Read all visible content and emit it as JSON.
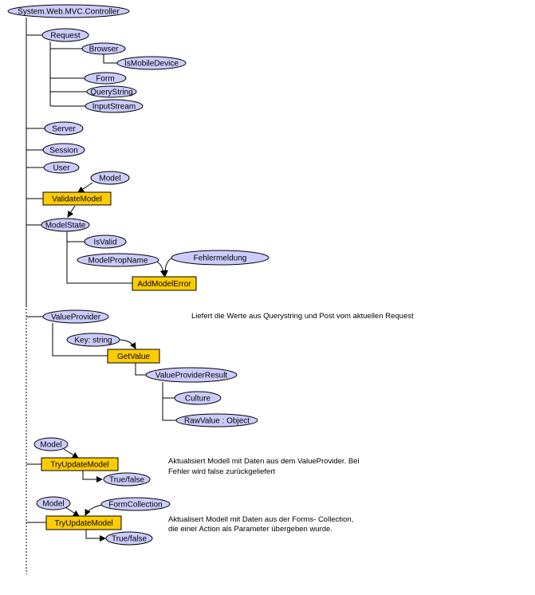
{
  "nodes": {
    "controller": "System.Web.MVC.Controller",
    "request": "Request",
    "browser": "Browser",
    "is_mobile_device": "IsMobileDevice",
    "form": "Form",
    "query_string": "QueryString",
    "input_stream": "InputStream",
    "server": "Server",
    "session": "Session",
    "user": "User",
    "model_1": "Model",
    "validate_model": "ValidateModel",
    "model_state": "ModelState",
    "is_valid": "IsValid",
    "model_prop_name": "ModelPropName",
    "fehlermeldung": "Fehlermeldung",
    "add_model_error": "AddModelError",
    "value_provider": "ValueProvider",
    "key_string": "Key: string",
    "get_value": "GetValue",
    "value_provider_result": "ValueProviderResult",
    "culture": "Culture",
    "raw_value": "RawValue : Object",
    "model_2": "Model",
    "try_update_model_1": "TryUpdateModel",
    "true_false_1": "True/false",
    "model_3": "Model",
    "form_collection": "FormCollection",
    "try_update_model_2": "TryUpdateModel",
    "true_false_2": "True/false"
  },
  "notes": {
    "value_provider_note": "Liefert die Werte aus Querystring und Post vom aktuellen Request",
    "try_update_note_1_line1": "Aktualisiert Modell mit Daten aus  dem ValueProvider. Bei",
    "try_update_note_1_line2": "Fehler wird false zurückgeliefert",
    "try_update_note_2_line1": "Aktualisert Modell mit Daten aus der Forms- Collection,",
    "try_update_note_2_line2": "die einer Action als Parameter übergeben wurde."
  },
  "colors": {
    "ellipse_fill": "#ccccff",
    "box_fill": "#ffcc00",
    "line": "#000000"
  }
}
